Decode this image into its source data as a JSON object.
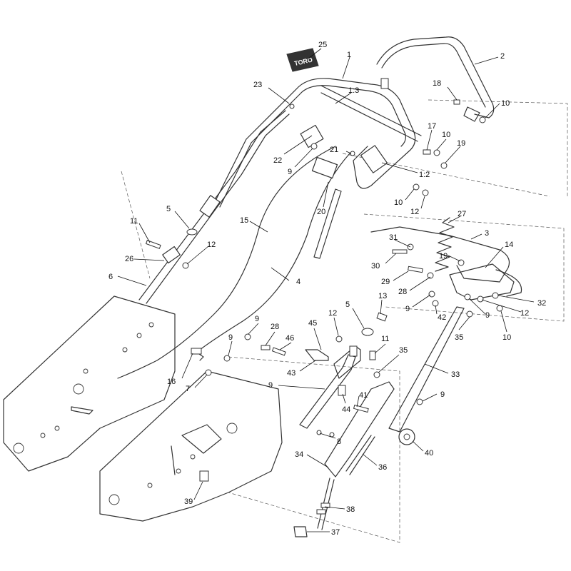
{
  "logo": {
    "text": "TORO"
  },
  "callouts": [
    {
      "id": "25",
      "label": "25"
    },
    {
      "id": "1",
      "label": "1"
    },
    {
      "id": "2",
      "label": "2"
    },
    {
      "id": "23",
      "label": "23"
    },
    {
      "id": "1-3",
      "label": "1:3"
    },
    {
      "id": "18",
      "label": "18"
    },
    {
      "id": "10a",
      "label": "10"
    },
    {
      "id": "17",
      "label": "17"
    },
    {
      "id": "10b",
      "label": "10"
    },
    {
      "id": "19a",
      "label": "19"
    },
    {
      "id": "22",
      "label": "22"
    },
    {
      "id": "21",
      "label": "21"
    },
    {
      "id": "9a",
      "label": "9"
    },
    {
      "id": "1-2",
      "label": "1:2"
    },
    {
      "id": "10c",
      "label": "10"
    },
    {
      "id": "12a",
      "label": "12"
    },
    {
      "id": "20",
      "label": "20"
    },
    {
      "id": "5a",
      "label": "5"
    },
    {
      "id": "15",
      "label": "15"
    },
    {
      "id": "27",
      "label": "27"
    },
    {
      "id": "11a",
      "label": "11"
    },
    {
      "id": "3",
      "label": "3"
    },
    {
      "id": "31",
      "label": "31"
    },
    {
      "id": "14",
      "label": "14"
    },
    {
      "id": "12b",
      "label": "12"
    },
    {
      "id": "19b",
      "label": "19"
    },
    {
      "id": "26",
      "label": "26"
    },
    {
      "id": "30",
      "label": "30"
    },
    {
      "id": "6",
      "label": "6"
    },
    {
      "id": "4",
      "label": "4"
    },
    {
      "id": "29",
      "label": "29"
    },
    {
      "id": "28a",
      "label": "28"
    },
    {
      "id": "32",
      "label": "32"
    },
    {
      "id": "13",
      "label": "13"
    },
    {
      "id": "9b",
      "label": "9"
    },
    {
      "id": "42",
      "label": "42"
    },
    {
      "id": "9c",
      "label": "9"
    },
    {
      "id": "12c",
      "label": "12"
    },
    {
      "id": "5b",
      "label": "5"
    },
    {
      "id": "12d",
      "label": "12"
    },
    {
      "id": "10d",
      "label": "10"
    },
    {
      "id": "9d",
      "label": "9"
    },
    {
      "id": "45",
      "label": "45"
    },
    {
      "id": "35a",
      "label": "35"
    },
    {
      "id": "28b",
      "label": "28"
    },
    {
      "id": "46",
      "label": "46"
    },
    {
      "id": "9e",
      "label": "9"
    },
    {
      "id": "11b",
      "label": "11"
    },
    {
      "id": "35b",
      "label": "35"
    },
    {
      "id": "16",
      "label": "16"
    },
    {
      "id": "43",
      "label": "43"
    },
    {
      "id": "33",
      "label": "33"
    },
    {
      "id": "9f",
      "label": "9"
    },
    {
      "id": "7",
      "label": "7"
    },
    {
      "id": "9g",
      "label": "9"
    },
    {
      "id": "44",
      "label": "44"
    },
    {
      "id": "41",
      "label": "41"
    },
    {
      "id": "8",
      "label": "8"
    },
    {
      "id": "40",
      "label": "40"
    },
    {
      "id": "34",
      "label": "34"
    },
    {
      "id": "36",
      "label": "36"
    },
    {
      "id": "39",
      "label": "39"
    },
    {
      "id": "38",
      "label": "38"
    },
    {
      "id": "37",
      "label": "37"
    }
  ]
}
